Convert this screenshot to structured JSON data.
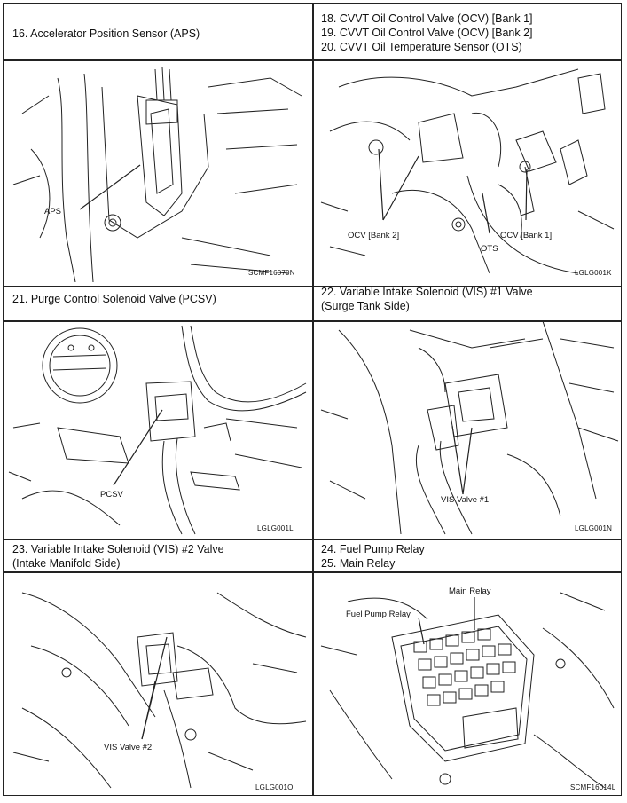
{
  "cells": [
    {
      "title_lines": [
        "16.  Accelerator Position Sensor (APS)"
      ],
      "labels": [
        "APS"
      ],
      "code": "SCMF16070N"
    },
    {
      "title_lines": [
        "18.  CVVT Oil Control Valve (OCV) [Bank 1]",
        "19.  CVVT Oil Control Valve (OCV) [Bank 2]",
        "20.  CVVT Oil Temperature Sensor (OTS)"
      ],
      "labels": [
        "OCV [Bank 2]",
        "OTS",
        "OCV [Bank 1]"
      ],
      "code": "LGLG001K"
    },
    {
      "title_lines": [
        "21.  Purge Control Solenoid Valve (PCSV)"
      ],
      "labels": [
        "PCSV"
      ],
      "code": "LGLG001L"
    },
    {
      "title_lines": [
        "22.  Variable Intake Solenoid (VIS) #1 Valve",
        "(Surge Tank Side)"
      ],
      "labels": [
        "VIS Valve #1"
      ],
      "code": "LGLG001N"
    },
    {
      "title_lines": [
        "23.  Variable Intake Solenoid (VIS) #2 Valve",
        "(Intake Manifold Side)"
      ],
      "labels": [
        "VIS Valve #2"
      ],
      "code": "LGLG001O"
    },
    {
      "title_lines": [
        "24.  Fuel Pump Relay",
        "25.  Main Relay"
      ],
      "labels": [
        "Main Relay",
        "Fuel Pump Relay"
      ],
      "code": "SCMF16014L"
    }
  ]
}
